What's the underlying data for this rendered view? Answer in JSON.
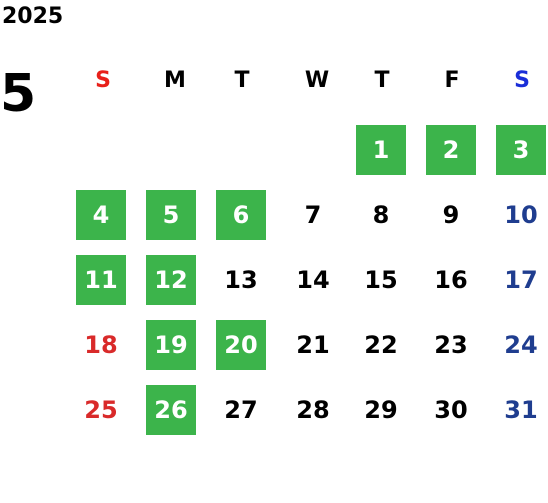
{
  "calendar": {
    "year": "2025",
    "month": "5",
    "weekdays": [
      "S",
      "M",
      "T",
      "W",
      "T",
      "F",
      "S"
    ],
    "first_weekday_index": 4,
    "days": [
      {
        "label": "1",
        "open": true
      },
      {
        "label": "2",
        "open": true
      },
      {
        "label": "3",
        "open": true
      },
      {
        "label": "4",
        "open": true
      },
      {
        "label": "5",
        "open": true
      },
      {
        "label": "6",
        "open": true
      },
      {
        "label": "7",
        "open": false
      },
      {
        "label": "8",
        "open": false
      },
      {
        "label": "9",
        "open": false
      },
      {
        "label": "10",
        "open": false
      },
      {
        "label": "11",
        "open": true
      },
      {
        "label": "12",
        "open": true
      },
      {
        "label": "13",
        "open": false
      },
      {
        "label": "14",
        "open": false
      },
      {
        "label": "15",
        "open": false
      },
      {
        "label": "16",
        "open": false
      },
      {
        "label": "17",
        "open": false
      },
      {
        "label": "18",
        "open": false
      },
      {
        "label": "19",
        "open": true
      },
      {
        "label": "20",
        "open": true
      },
      {
        "label": "21",
        "open": false
      },
      {
        "label": "22",
        "open": false
      },
      {
        "label": "23",
        "open": false
      },
      {
        "label": "24",
        "open": false
      },
      {
        "label": "25",
        "open": false
      },
      {
        "label": "26",
        "open": true
      },
      {
        "label": "27",
        "open": false
      },
      {
        "label": "28",
        "open": false
      },
      {
        "label": "29",
        "open": false
      },
      {
        "label": "30",
        "open": false
      },
      {
        "label": "31",
        "open": false
      }
    ]
  },
  "colors": {
    "open_fill": "#3cb44b",
    "open_text": "#ffffff",
    "sunday_header": "#e8201a",
    "saturday_header": "#1a2ed8",
    "sunday_number": "#d92a2a",
    "saturday_number": "#1f3d8f",
    "weekday_text": "#000000"
  }
}
